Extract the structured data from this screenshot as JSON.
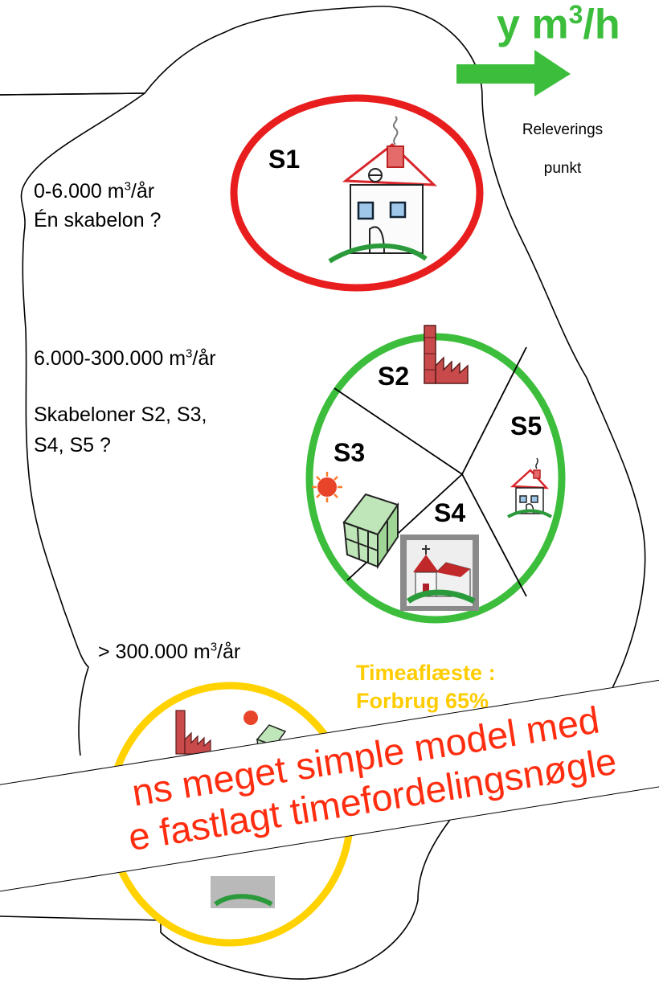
{
  "flow": {
    "prefix": "y m",
    "sup": "3",
    "suffix": "/h"
  },
  "delivery_point": {
    "line1": "Releverings",
    "line2": "punkt"
  },
  "band1": {
    "range": "0-6.000 m",
    "sup": "3",
    "unit": "/år",
    "question": "Én skabelon ?"
  },
  "band2": {
    "range": "6.000-300.000 m",
    "sup": "3",
    "unit": "/år",
    "templates_line1": "Skabeloner S2, S3,",
    "templates_line2": "S4, S5 ?"
  },
  "band3": {
    "range": "> 300.000 m",
    "sup": "3",
    "unit": "/år"
  },
  "segments": {
    "s1": "S1",
    "s2": "S2",
    "s3": "S3",
    "s4": "S4",
    "s5": "S5"
  },
  "hourly": {
    "line1": "Timeaflæste :",
    "line2": "Forbrug 65%"
  },
  "banner": {
    "line1": "ns meget simple model med",
    "line2": "e fastlagt timefordelingsnøgle"
  },
  "colors": {
    "red": "#e81e1e",
    "green": "#3cbe3c",
    "yellow": "#ffd200",
    "banner_text": "#ff2d10"
  }
}
